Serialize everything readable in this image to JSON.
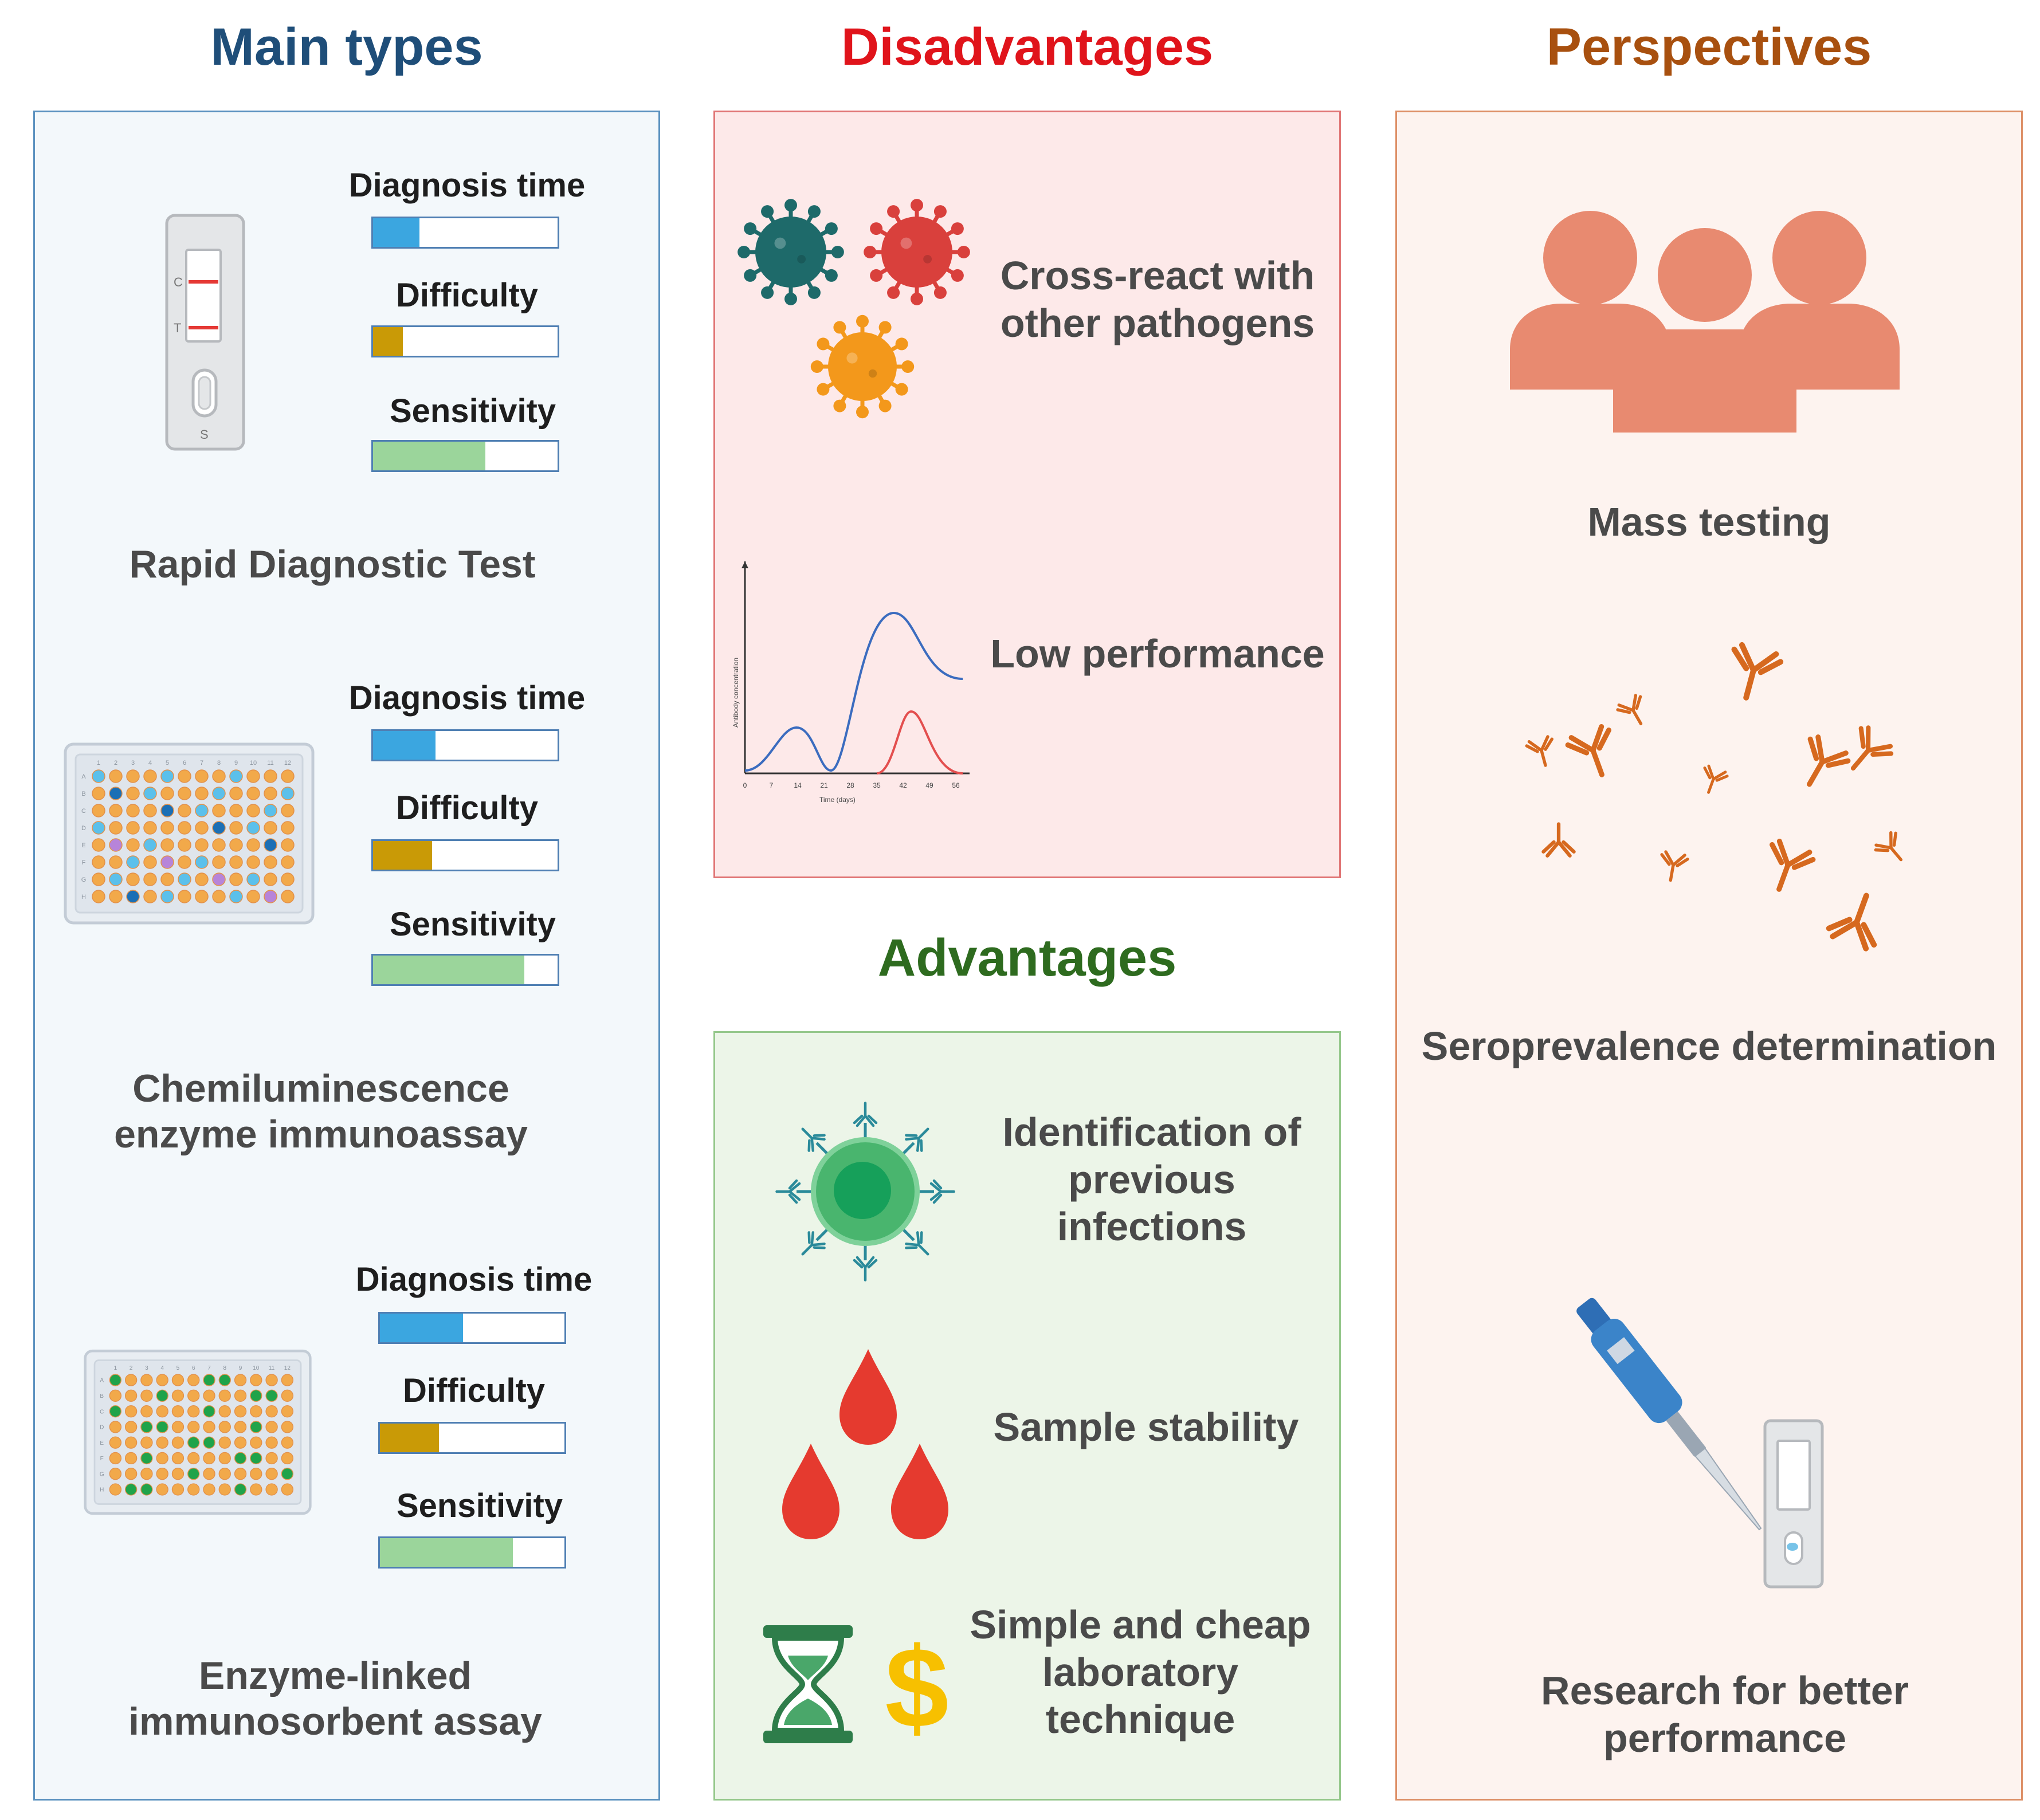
{
  "headings": {
    "main_types": "Main types",
    "disadvantages": "Disadvantages",
    "advantages": "Advantages",
    "perspectives": "Perspectives"
  },
  "main_types": [
    {
      "name": "Rapid Diagnostic Test",
      "metrics": [
        {
          "label": "Diagnosis time",
          "level": 0.25
        },
        {
          "label": "Difficulty",
          "level": 0.16
        },
        {
          "label": "Sensitivity",
          "level": 0.61
        }
      ]
    },
    {
      "name": "Chemiluminescence enzyme immunoassay",
      "metrics": [
        {
          "label": "Diagnosis time",
          "level": 0.34
        },
        {
          "label": "Difficulty",
          "level": 0.32
        },
        {
          "label": "Sensitivity",
          "level": 0.82
        }
      ]
    },
    {
      "name": "Enzyme-linked immunosorbent assay",
      "metrics": [
        {
          "label": "Diagnosis time",
          "level": 0.45
        },
        {
          "label": "Difficulty",
          "level": 0.32
        },
        {
          "label": "Sensitivity",
          "level": 0.72
        }
      ]
    }
  ],
  "plate_labels": {
    "cols": [
      "1",
      "2",
      "3",
      "4",
      "5",
      "6",
      "7",
      "8",
      "9",
      "10",
      "11",
      "12"
    ],
    "rows": [
      "A",
      "B",
      "C",
      "D",
      "E",
      "F",
      "G",
      "H"
    ]
  },
  "rdt_marks": {
    "c": "C",
    "t": "T",
    "s": "S"
  },
  "disadvantages": {
    "cross_react": "Cross-react with other pathogens",
    "low_performance": "Low performance"
  },
  "advantages": {
    "previous_infections": "Identification of previous infections",
    "sample_stability": "Sample stability",
    "simple_cheap": "Simple and cheap laboratory technique"
  },
  "perspectives": {
    "mass_testing": "Mass testing",
    "seroprevalence": "Seroprevalence determination",
    "research": "Research for better performance"
  },
  "mini_chart": {
    "ylabel": "Antibody concentration",
    "xlabel": "Time (days)",
    "ticks": [
      "0",
      "7",
      "14",
      "21",
      "28",
      "35",
      "42",
      "49",
      "56"
    ]
  },
  "colors": {
    "main_heading": "#1f4e79",
    "disadvantages_heading": "#e0141b",
    "advantages_heading": "#2e6b1f",
    "perspectives_heading": "#a8500f",
    "bar_time": "#3ba6e0",
    "bar_difficulty": "#c99a06",
    "bar_sensitivity": "#9bd59b",
    "people": "#e88a70",
    "antibody": "#d6691f"
  }
}
